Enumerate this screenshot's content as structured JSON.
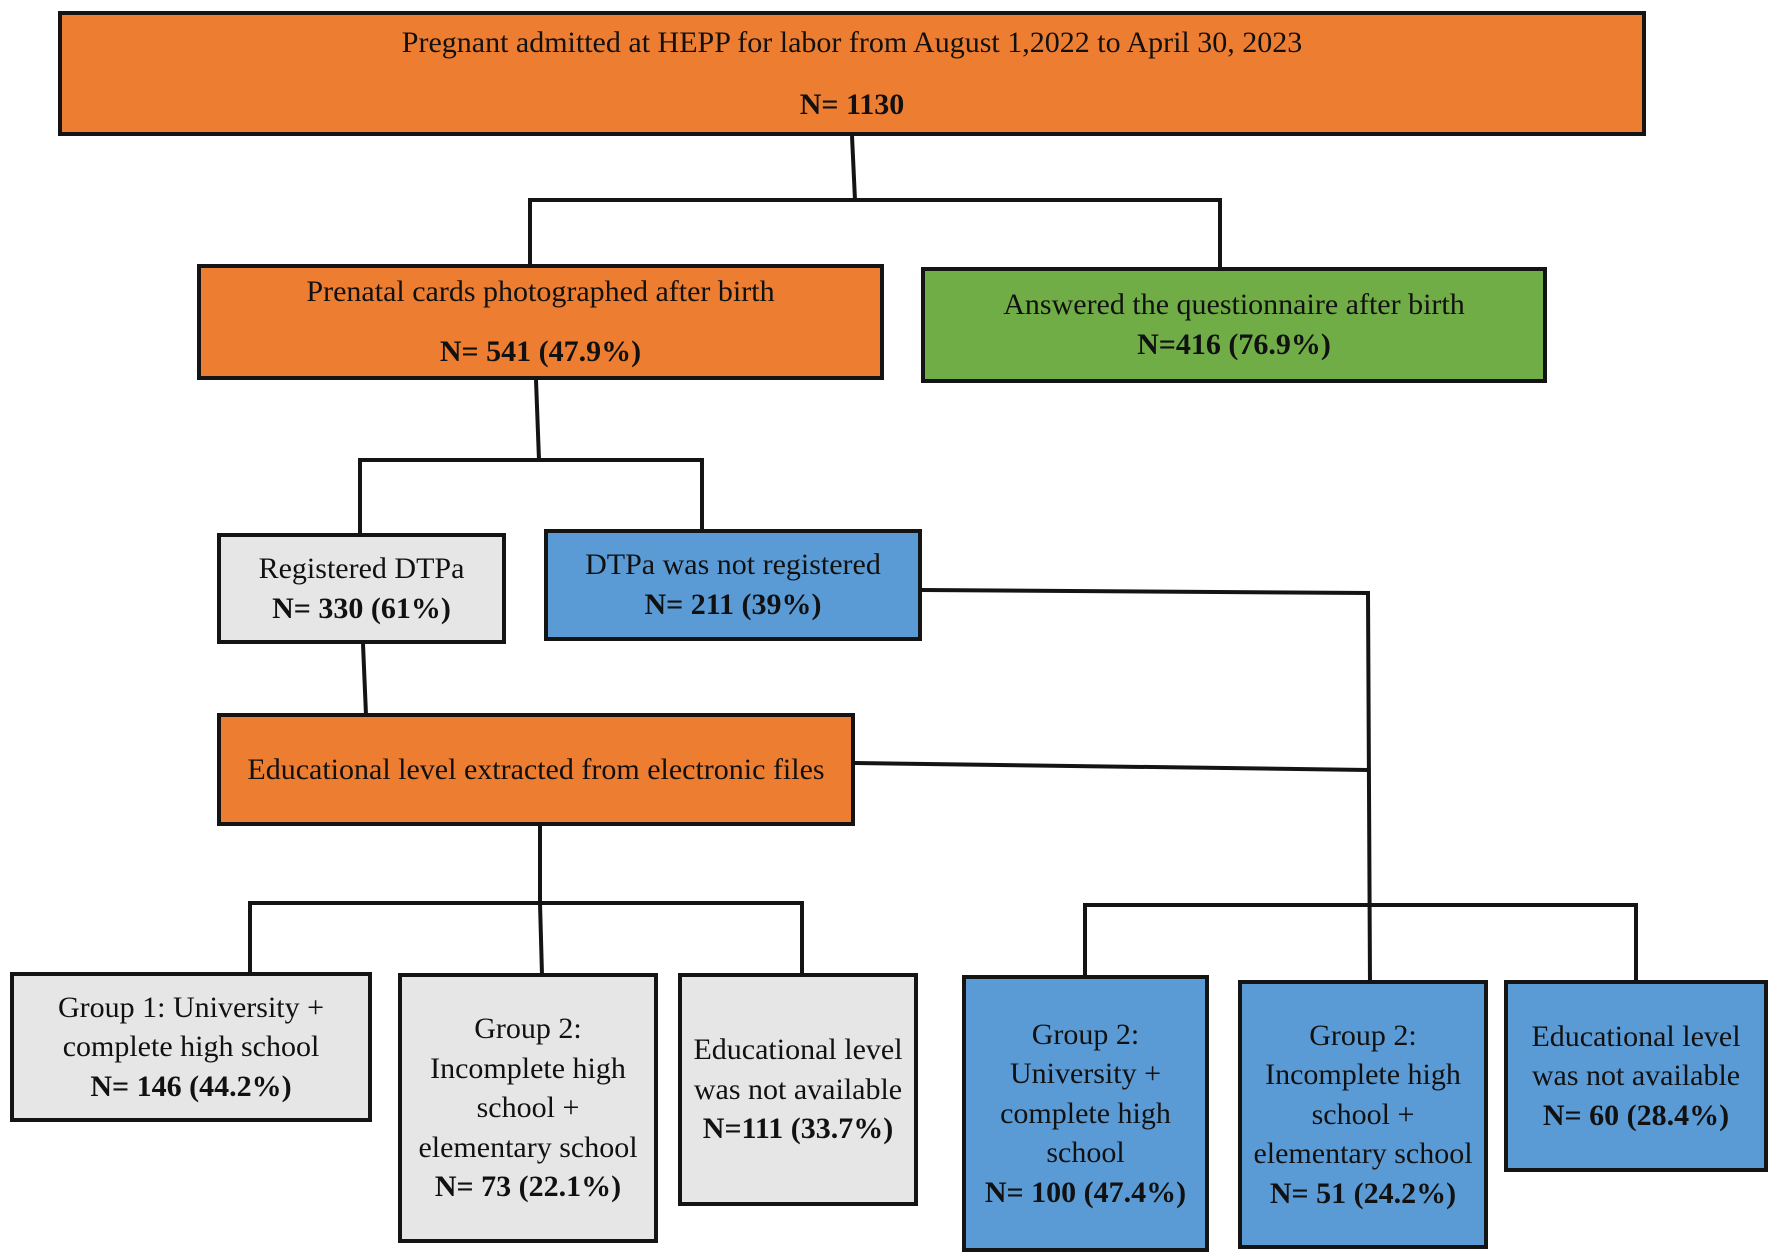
{
  "colors": {
    "orange": "#ed7d31",
    "green": "#70ad47",
    "blue": "#5b9bd5",
    "grey": "#e7e6e6",
    "line": "#141414"
  },
  "boxes": {
    "admitted": {
      "label": "Pregnant admitted at HEPP for labor from  August 1,2022 to April 30, 2023",
      "n": "N= 1130"
    },
    "photographed": {
      "label": "Prenatal cards photographed after birth",
      "n": "N= 541 (47.9%)"
    },
    "questionnaire": {
      "label": "Answered the questionnaire after birth",
      "n": "N=416 (76.9%)"
    },
    "registered": {
      "label": "Registered  DTPa",
      "n": "N= 330 (61%)"
    },
    "not_registered": {
      "label": "DTPa was not registered",
      "n": "N= 211 (39%)"
    },
    "educational": {
      "label": "Educational level extracted from electronic files"
    },
    "g1_left": {
      "label": "Group 1: University + complete high school",
      "n": "N= 146 (44.2%)"
    },
    "g2_left": {
      "label": "Group 2: Incomplete high school + elementary school",
      "n": "N= 73 (22.1%)"
    },
    "na_left": {
      "label": "Educational level was not available",
      "n": "N=111 (33.7%)"
    },
    "g2a_right": {
      "label": "Group 2: University + complete high school",
      "n": "N= 100 (47.4%)"
    },
    "g2b_right": {
      "label": "Group 2: Incomplete high school + elementary school",
      "n": "N= 51 (24.2%)"
    },
    "na_right": {
      "label": "Educational level was not available",
      "n": "N= 60 (28.4%)"
    }
  }
}
